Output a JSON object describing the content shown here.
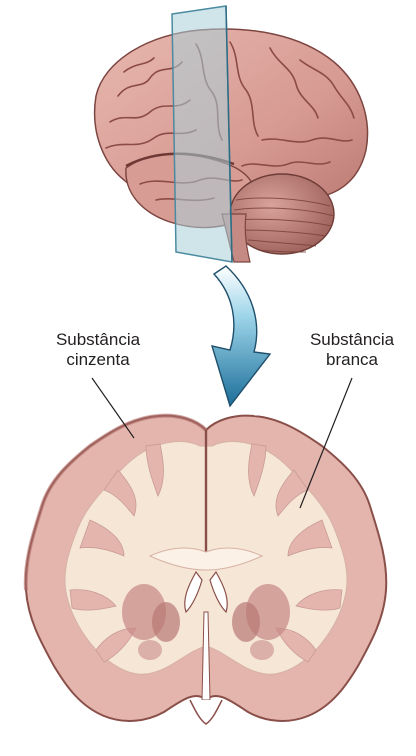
{
  "labels": {
    "gray_matter": {
      "line1": "Substância",
      "line2": "cinzenta"
    },
    "white_matter": {
      "line1": "Substância",
      "line2": "branca"
    }
  },
  "colors": {
    "brain_surface": "#d9a39b",
    "brain_shadow": "#a8655e",
    "cortex_gray": "#e3b5ad",
    "white_matter": "#f6e6d6",
    "cut_plane": "#a9cfd8",
    "arrow_light": "#9fd6ea",
    "arrow_dark": "#1c6e9a",
    "cerebellum": "#c98f88"
  }
}
